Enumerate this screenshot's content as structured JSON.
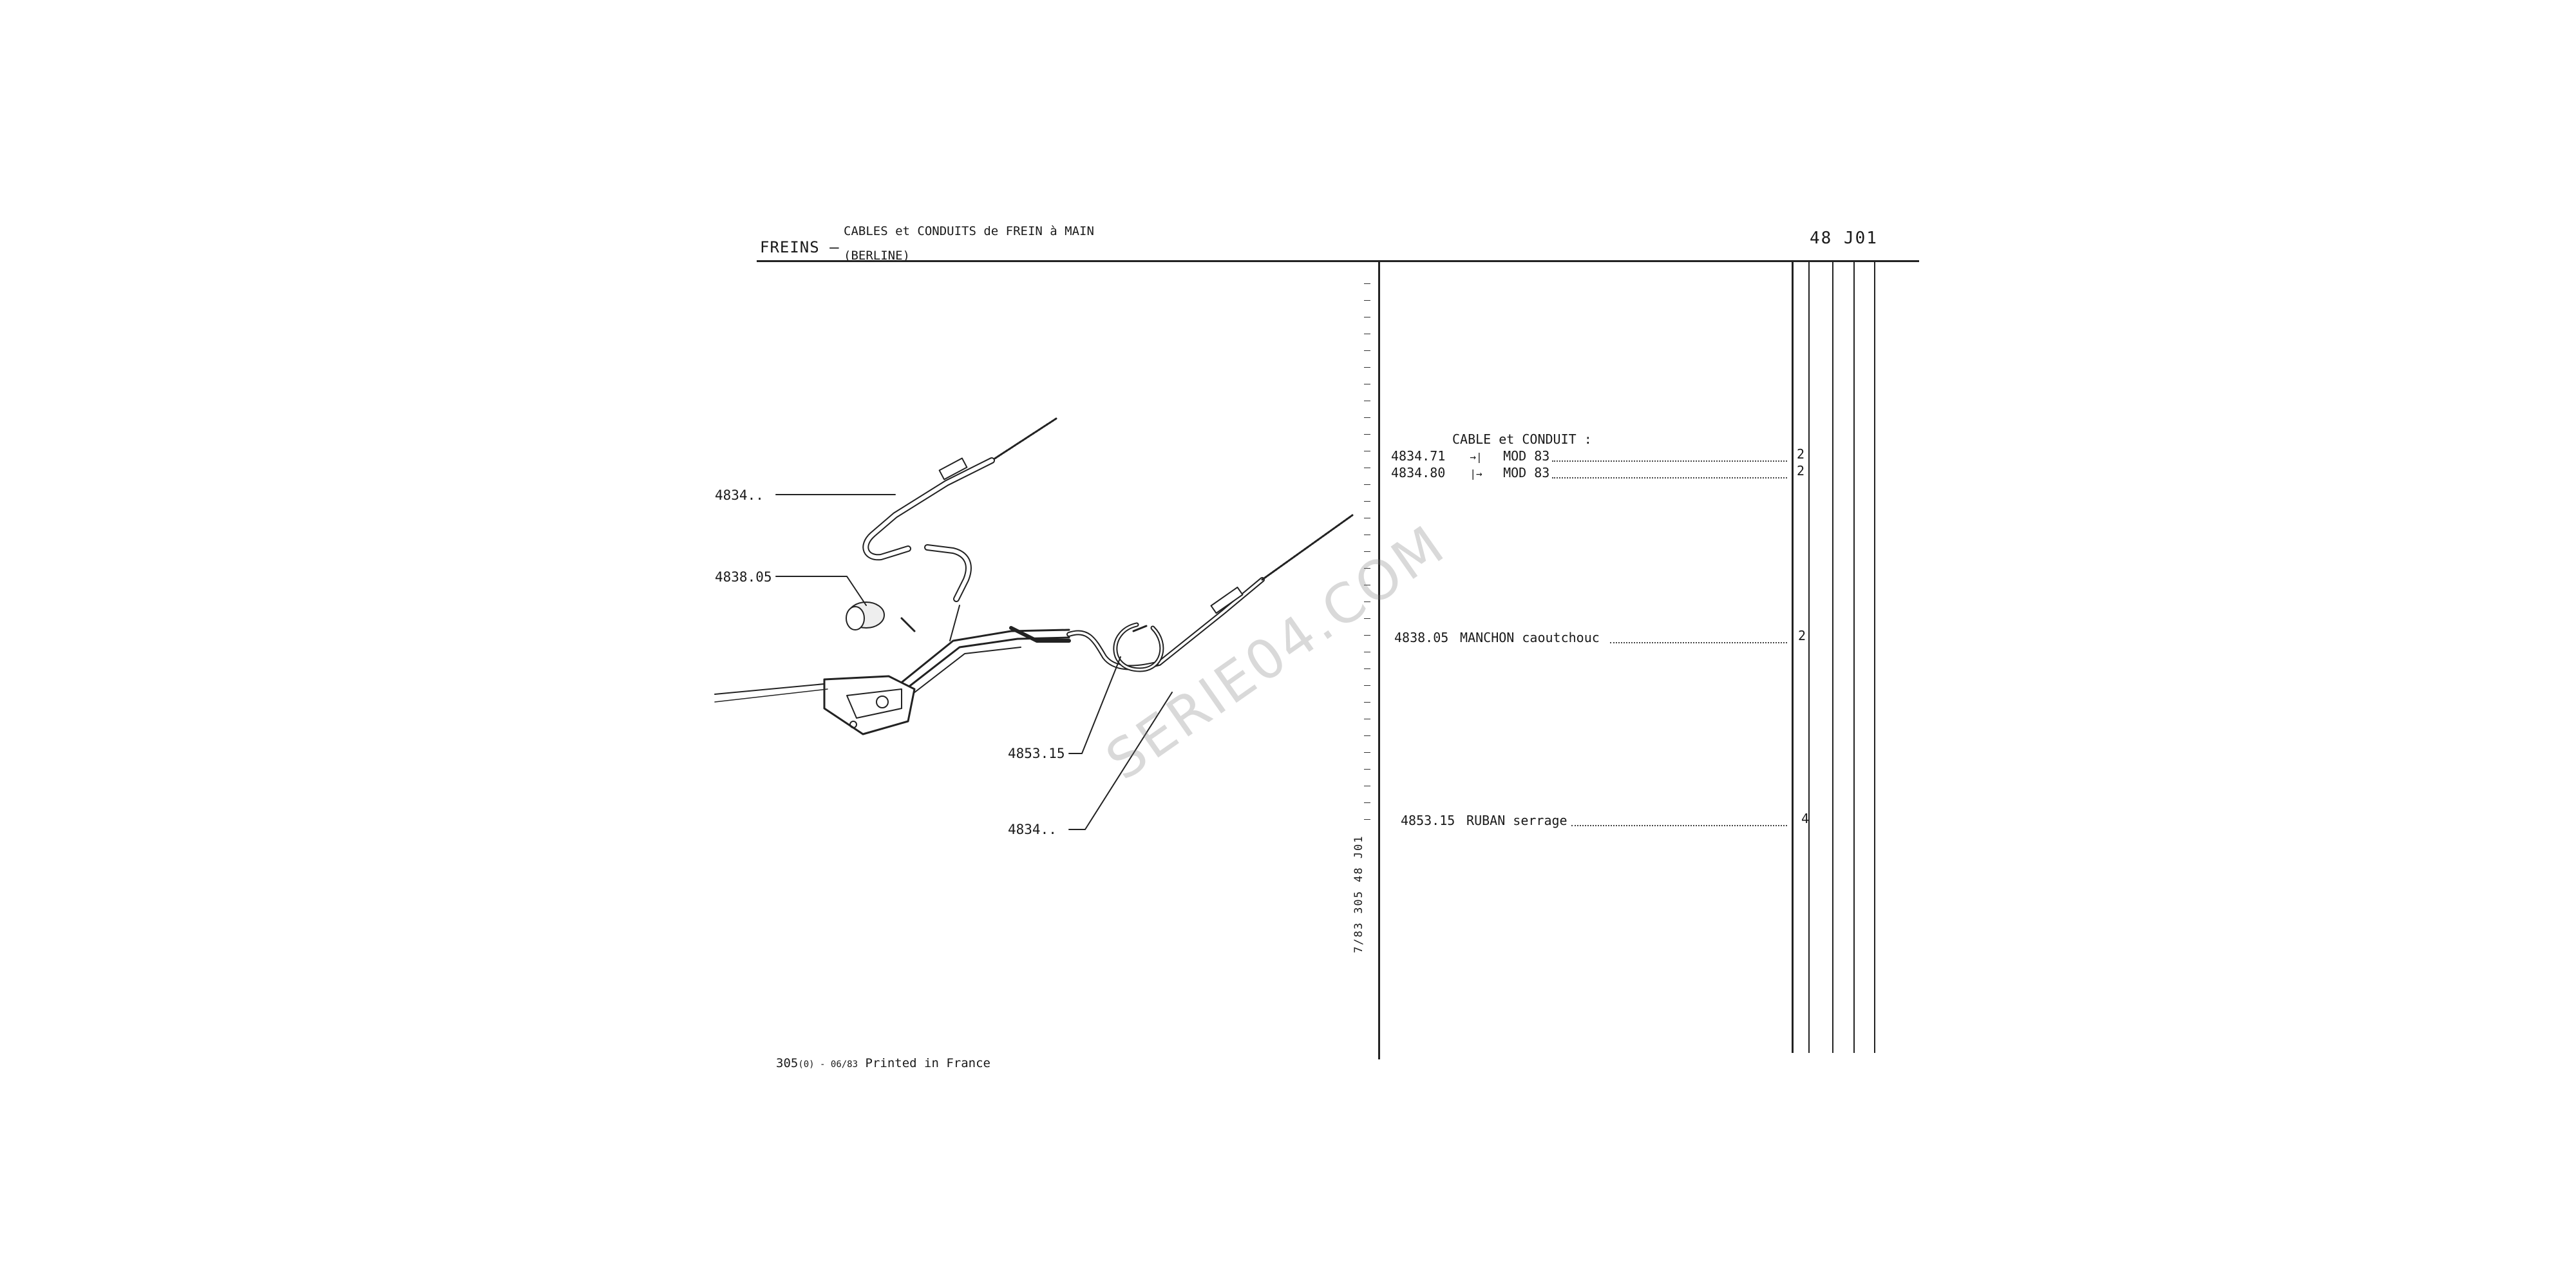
{
  "header": {
    "section": "FREINS –",
    "subtitle_line1": "CABLES et CONDUITS de FREIN à MAIN",
    "subtitle_line2": "(BERLINE)",
    "page_code": "48 J01"
  },
  "side_code": "7/83 305 48 J01",
  "parts_list": {
    "title": "CABLE et CONDUIT :",
    "rows": [
      {
        "ref": "4834.71",
        "arrow": "→|",
        "desc": "MOD 83",
        "qty": "2"
      },
      {
        "ref": "4834.80",
        "arrow": "|→",
        "desc": "MOD 83",
        "qty": "2"
      },
      {
        "ref": "4838.05",
        "arrow": "",
        "desc": "MANCHON caoutchouc",
        "qty": "2"
      },
      {
        "ref": "4853.15",
        "arrow": "",
        "desc": "RUBAN serrage",
        "qty": "4"
      }
    ]
  },
  "callouts": [
    "4834..",
    "4838.05",
    "4853.15",
    "4834.."
  ],
  "footer": {
    "main": "305",
    "small": "(0) - 06/83",
    "tail": "Printed in France"
  },
  "watermark": "SERIE04.COM"
}
